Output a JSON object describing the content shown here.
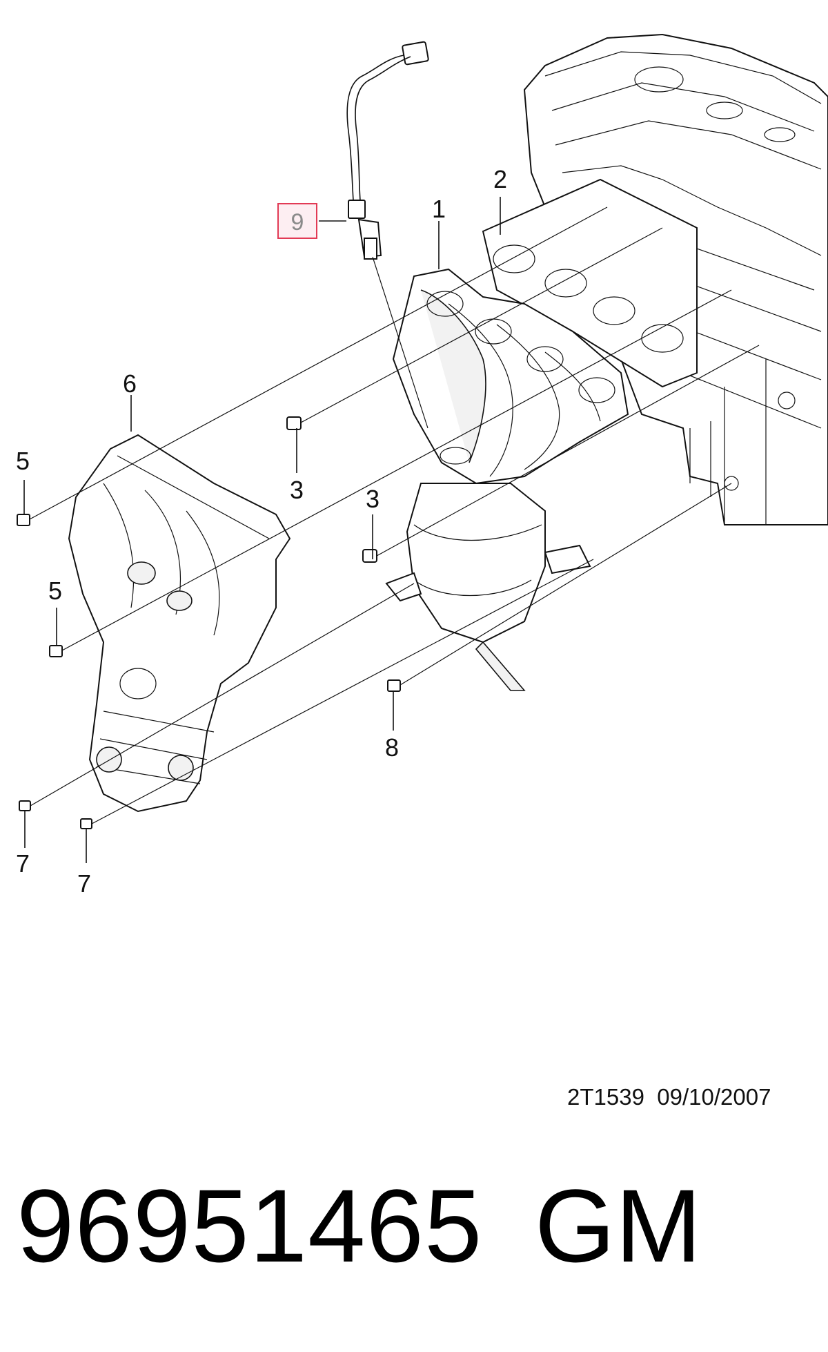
{
  "diagram": {
    "callouts": {
      "c1": "1",
      "c2": "2",
      "c3a": "3",
      "c3b": "3",
      "c5a": "5",
      "c5b": "5",
      "c6": "6",
      "c7a": "7",
      "c7b": "7",
      "c8": "8",
      "c9": "9"
    },
    "highlighted_callout": "9",
    "highlight_color": "#e23a55",
    "drawing_ref": "2T1539  09/10/2007"
  },
  "footer": {
    "part_number": "96951465",
    "brand": "GM"
  }
}
